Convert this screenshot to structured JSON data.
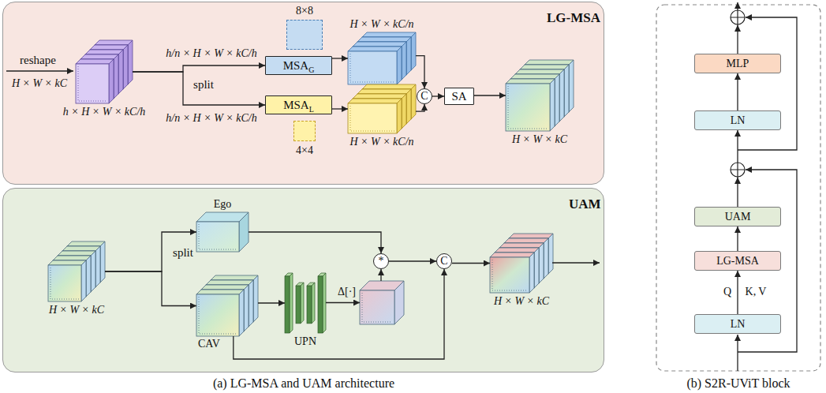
{
  "diagram": {
    "nodes": [
      {
        "text": [
          "LG-MSA"
        ]
      },
      {
        "text": [
          "h × H × W × kC/h"
        ],
        "in": 0
      },
      {
        "text": [
          "8×8"
        ],
        "in": 0
      },
      {
        "text": [
          "MSA",
          "G"
        ],
        "in": 0
      },
      {
        "text": [
          "MSA",
          "L"
        ],
        "in": 0
      },
      {
        "text": [
          "4×4"
        ],
        "in": 0
      },
      {
        "text": [
          "H × W × kC/n"
        ],
        "in": 0
      },
      {
        "text": [
          "H × W × kC/n"
        ],
        "in": 0
      },
      {
        "text": [
          "C"
        ],
        "in": 0
      },
      {
        "text": [
          "SA"
        ],
        "in": 0
      },
      {
        "text": [
          "H × W × kC"
        ],
        "in": 0
      },
      {
        "text": [
          "UAM"
        ]
      },
      {
        "text": [
          "H × W × kC"
        ],
        "in": 11
      },
      {
        "text": [
          "Ego"
        ],
        "in": 11
      },
      {
        "text": [
          "CAV"
        ],
        "in": 11
      },
      {
        "text": [
          "UPN"
        ],
        "in": 11
      },
      {
        "text": [
          "Δ[·]"
        ],
        "in": 11
      },
      {
        "text": [
          "*"
        ],
        "in": 11
      },
      {
        "text": [
          "C"
        ],
        "in": 11
      },
      {
        "text": [
          "H × W × kC"
        ],
        "in": 11
      },
      {
        "text": [
          "MLP"
        ]
      },
      {
        "text": [
          "LN"
        ]
      },
      {
        "text": [
          "UAM"
        ]
      },
      {
        "text": [
          "LG-MSA"
        ]
      },
      {
        "text": [
          "LN"
        ]
      }
    ],
    "edges": [
      {
        "from": 1,
        "to": 3,
        "arrow": "to",
        "label": "h/n × H × W × kC/h"
      },
      {
        "from": 1,
        "to": 4,
        "arrow": "to",
        "label": "h/n × H × W × kC/h"
      },
      {
        "from": 3,
        "to": 6,
        "arrow": "to"
      },
      {
        "from": 4,
        "to": 7,
        "arrow": "to"
      },
      {
        "from": 6,
        "to": 8,
        "arrow": "to"
      },
      {
        "from": 7,
        "to": 8,
        "arrow": "to"
      },
      {
        "from": 8,
        "to": 9,
        "arrow": "to"
      },
      {
        "from": 9,
        "to": 10,
        "arrow": "to"
      },
      {
        "from": 12,
        "to": 13,
        "arrow": "to"
      },
      {
        "from": 12,
        "to": 14,
        "arrow": "to"
      },
      {
        "from": 14,
        "to": 15,
        "arrow": "to"
      },
      {
        "from": 15,
        "to": 16,
        "arrow": "to"
      },
      {
        "from": 16,
        "to": 17,
        "arrow": "to"
      },
      {
        "from": 13,
        "to": 17,
        "arrow": "to"
      },
      {
        "from": 17,
        "to": 18,
        "arrow": "to"
      },
      {
        "from": 14,
        "to": 18,
        "arrow": "to"
      },
      {
        "from": 18,
        "to": 19,
        "arrow": "to"
      },
      {
        "from": 24,
        "to": 23,
        "arrow": "to"
      },
      {
        "from": 23,
        "to": 22,
        "arrow": "to"
      },
      {
        "from": 22,
        "to": 21,
        "arrow": "to"
      },
      {
        "from": 21,
        "to": 20,
        "arrow": "to"
      }
    ],
    "labels": [
      "reshape",
      "H × W × kC",
      "split",
      "split",
      "Q",
      "K, V",
      "(a) LG-MSA and UAM architecture",
      "(b) S2R-UViT block"
    ]
  }
}
